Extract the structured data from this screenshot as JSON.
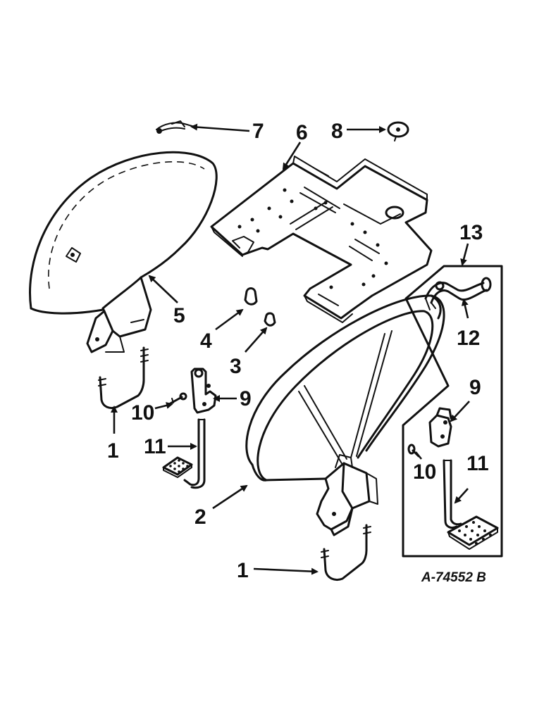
{
  "callouts": {
    "c1_left": "1",
    "c1_bottom": "1",
    "c2": "2",
    "c3": "3",
    "c4": "4",
    "c5": "5",
    "c6": "6",
    "c7": "7",
    "c8": "8",
    "c9_left": "9",
    "c9_right": "9",
    "c10_left": "10",
    "c10_right": "10",
    "c11_left": "11",
    "c11_right": "11",
    "c12": "12",
    "c13": "13"
  },
  "figure_code": "A-74552 B"
}
